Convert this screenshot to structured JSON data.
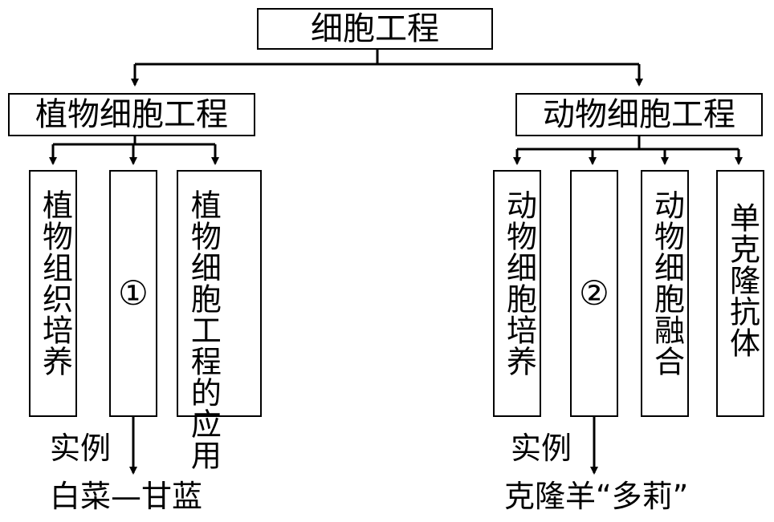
{
  "root": {
    "label": "细胞工程"
  },
  "plant": {
    "label": "植物细胞工程",
    "children": [
      {
        "label": "植物组织培养"
      },
      {
        "label": "①"
      },
      {
        "label": "植物细胞工程的应用"
      }
    ],
    "example": {
      "prefix": "实例",
      "value": "白菜—甘蓝"
    }
  },
  "animal": {
    "label": "动物细胞工程",
    "children": [
      {
        "label": "动物细胞培养"
      },
      {
        "label": "②"
      },
      {
        "label": "动物细胞融合"
      },
      {
        "label": "单克隆抗体"
      }
    ],
    "example": {
      "prefix": "实例",
      "value": "克隆羊“多莉”"
    }
  }
}
